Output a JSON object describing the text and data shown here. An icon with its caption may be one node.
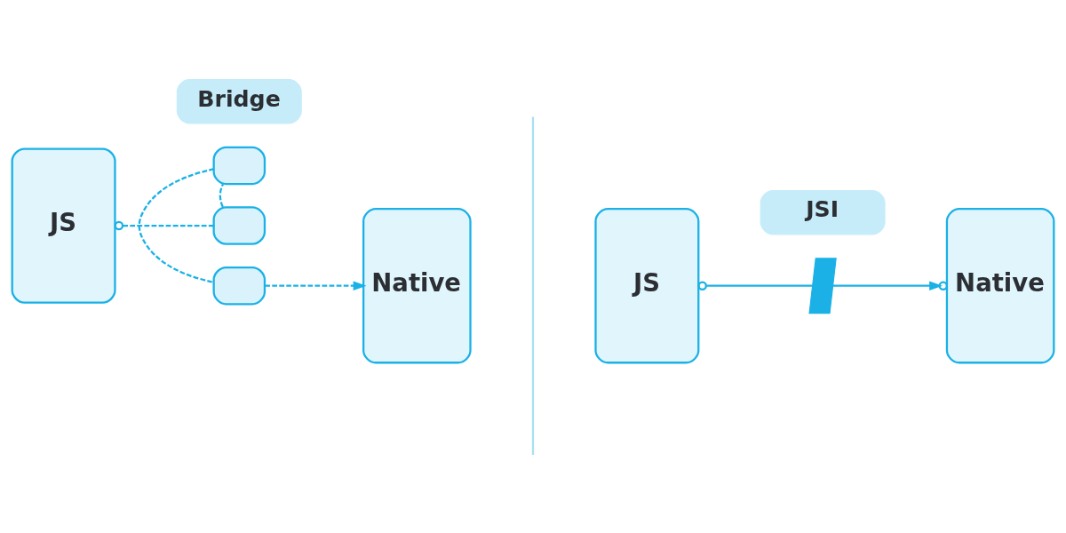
{
  "diagram": {
    "nodes": [
      {
        "text": [
          "Bridge"
        ]
      },
      {
        "text": [
          "JS"
        ]
      },
      {
        "text": [],
        "shape": "envelope"
      },
      {
        "text": [],
        "shape": "envelope"
      },
      {
        "text": [],
        "shape": "envelope"
      },
      {
        "text": [
          "Native"
        ]
      },
      {
        "text": [
          "JSI"
        ]
      },
      {
        "text": [
          "JS"
        ]
      },
      {
        "text": [],
        "shape": "lightning"
      },
      {
        "text": [
          "Native"
        ]
      }
    ],
    "edges": [
      {
        "from": 1,
        "to": 3,
        "arrow": "other",
        "style": "dashed"
      },
      {
        "from": 3,
        "to": 2,
        "arrow": "none",
        "style": "dashed"
      },
      {
        "from": 2,
        "to": 4,
        "arrow": "none",
        "style": "dashed"
      },
      {
        "from": 4,
        "to": 5,
        "arrow": "to",
        "style": "dashed"
      },
      {
        "from": 7,
        "to": 8,
        "arrow": "other"
      },
      {
        "from": 8,
        "to": 9,
        "arrow": "to"
      }
    ]
  }
}
